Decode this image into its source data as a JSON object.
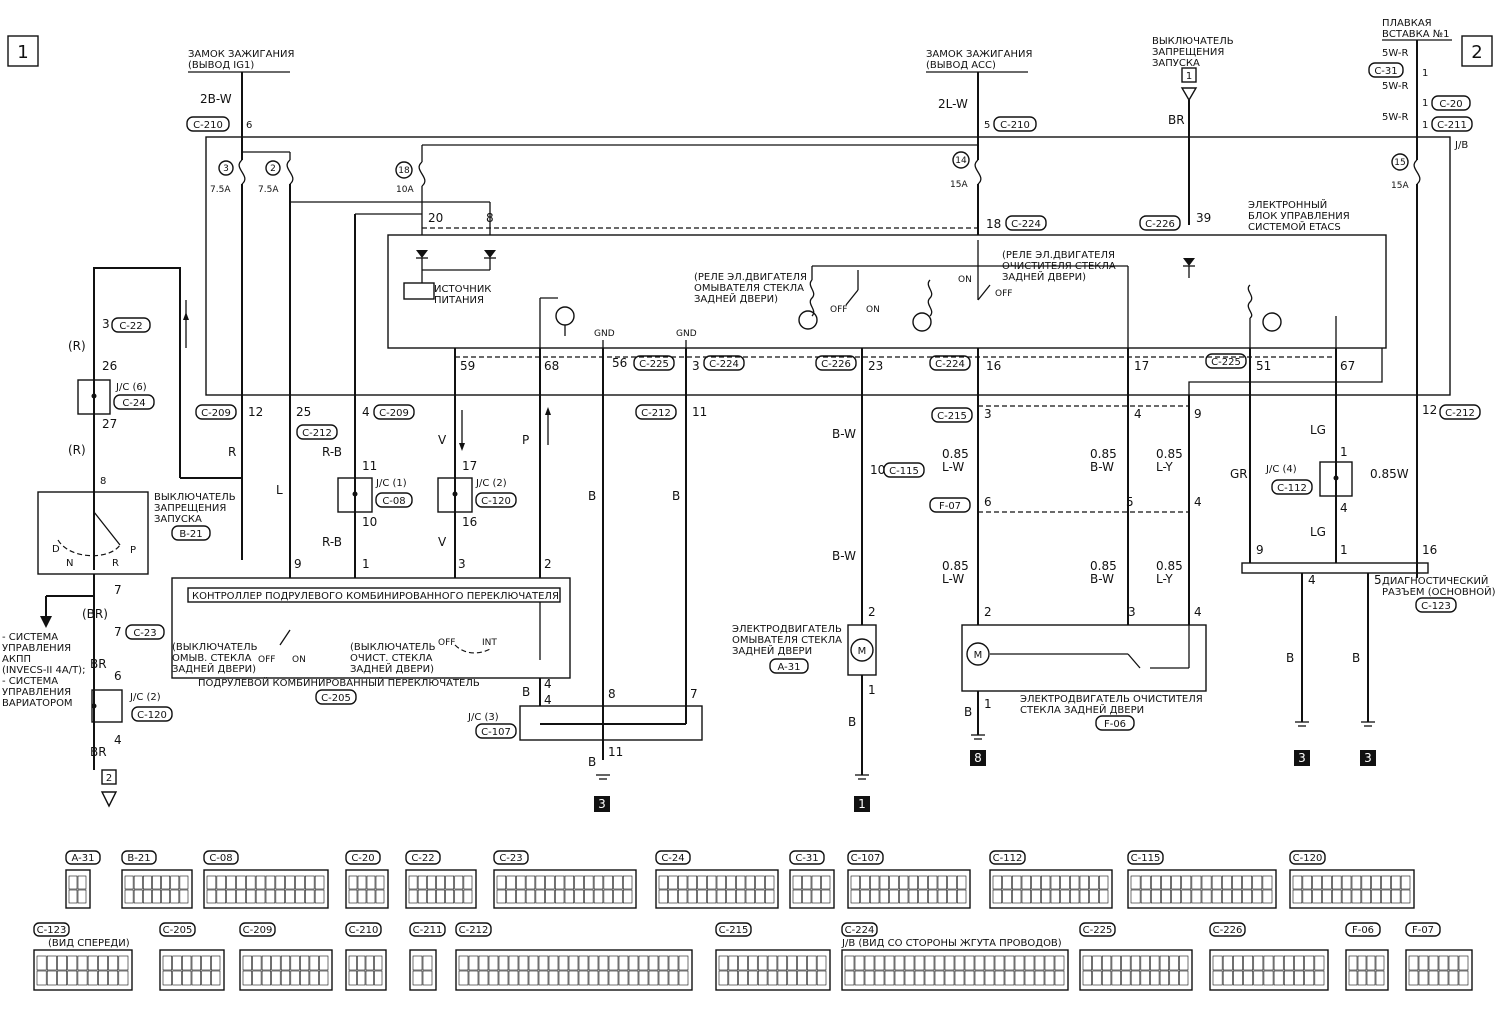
{
  "page_markers": {
    "left": "1",
    "right": "2"
  },
  "top_sources": {
    "ign_ig1": "ЗАМОК ЗАЖИГАНИЯ\n(ВЫВОД IG1)",
    "ign_acc": "ЗАМОК ЗАЖИГАНИЯ\n(ВЫВОД ACC)",
    "start_inhibit_top": "ВЫКЛЮЧАТЕЛЬ\nЗАПРЕЩЕНИЯ\nЗАПУСКА",
    "fusible_link": "ПЛАВКАЯ\nВСТАВКА №1",
    "start_inhibit_num": "1",
    "br": "BR"
  },
  "wires_top": {
    "w2bw": "2B-W",
    "w2lw": "2L-W",
    "w5wr_a": "5W-R",
    "w5wr_b": "5W-R",
    "w5wr_c": "5W-R"
  },
  "connectors_top": {
    "c210a": "C-210",
    "c210a_pin": "6",
    "c210b": "C-210",
    "c210b_pin": "5",
    "c31": "C-31",
    "c31_pin": "1",
    "c20": "C-20",
    "c20_pin": "1",
    "c211": "C-211",
    "c211_pin": "1",
    "jb": "J/B"
  },
  "fuses": [
    {
      "num": "3",
      "rating": "7.5A"
    },
    {
      "num": "2",
      "rating": "7.5A"
    },
    {
      "num": "18",
      "rating": "10A"
    },
    {
      "num": "14",
      "rating": "15A"
    },
    {
      "num": "15",
      "rating": "15A"
    }
  ],
  "etacs": {
    "title": "ЭЛЕКТРОННЫЙ\nБЛОК УПРАВЛЕНИЯ\nСИСТЕМОЙ ETACS",
    "power_source": "ИСТОЧНИК\nПИТАНИЯ",
    "relay_washer": "(РЕЛЕ ЭЛ.ДВИГАТЕЛЯ\nОМЫВАТЕЛЯ СТЕКЛА\nЗАДНЕЙ ДВЕРИ)",
    "relay_wiper": "(РЕЛЕ ЭЛ.ДВИГАТЕЛЯ\nОЧИСТИТЕЛЯ СТЕКЛА\nЗАДНЕЙ ДВЕРИ)",
    "off": "OFF",
    "on": "ON",
    "gnd": "GND",
    "pin20": "20",
    "pin8": "8",
    "pin18": "18",
    "c224_top": "C-224",
    "c226_top": "C-226",
    "pin39": "39"
  },
  "etacs_pins": {
    "p59": "59",
    "p68": "68",
    "p56": "56",
    "c225_a": "C-225",
    "p3": "3",
    "c224_a": "C-224",
    "c226_b": "C-226",
    "p23": "23",
    "c224_b": "C-224",
    "p16": "16",
    "p17": "17",
    "c225_b": "C-225",
    "p51": "51",
    "p67": "67"
  },
  "left": {
    "c22": "C-22",
    "c22_pin": "3",
    "r1": "(R)",
    "p26": "26",
    "jc6": "J/C (6)",
    "c24": "C-24",
    "p27": "27",
    "r2": "(R)",
    "p8": "8",
    "switch_title": "ВЫКЛЮЧАТЕЛЬ\nЗАПРЕЩЕНИЯ\nЗАПУСКА",
    "b21": "B-21",
    "pos_d": "D",
    "pos_n": "N",
    "pos_r": "R",
    "pos_p": "P",
    "p7": "7",
    "br1": "(BR)",
    "c23": "C-23",
    "c23_pin": "7",
    "systems": "- СИСТЕМА\nУПРАВЛЕНИЯ\nАКПП\n(INVECS-II 4A/T);\n- СИСТЕМА\nУПРАВЛЕНИЯ\nВАРИАТОРОМ",
    "br2": "BR",
    "p6": "6",
    "jc2": "J/C (2)",
    "c120": "C-120",
    "p4": "4",
    "br3": "BR",
    "ref2": "2"
  },
  "mid": {
    "c209a": "C-209",
    "p12": "12",
    "r": "R",
    "p25": "25",
    "c212a": "C-212",
    "l": "L",
    "p4": "4",
    "c209b": "C-209",
    "rb1": "R-B",
    "p11": "11",
    "jc1": "J/C (1)",
    "c08": "C-08",
    "p10": "10",
    "rb2": "R-B",
    "p1": "1",
    "v1": "V",
    "p17": "17",
    "jc2": "J/C (2)",
    "c120": "C-120",
    "p16": "16",
    "v2": "V",
    "p3": "3",
    "p": "P",
    "p2": "2",
    "p9": "9",
    "b1": "B",
    "b2": "B",
    "c212b": "C-212",
    "p11b": "11"
  },
  "column_switch": {
    "controller": "КОНТРОЛЛЕР ПОДРУЛЕВОГО КОМБИНИРОВАННОГО ПЕРЕКЛЮЧАТЕЛЯ",
    "washer_sw": "(ВЫКЛЮЧАТЕЛЬ\nОМЫВ. СТЕКЛА\nЗАДНЕЙ ДВЕРИ)",
    "wiper_sw": "(ВЫКЛЮЧАТЕЛЬ\nОЧИСТ. СТЕКЛА\nЗАДНЕЙ ДВЕРИ)",
    "off": "OFF",
    "on": "ON",
    "int": "INT",
    "title": "ПОДРУЛЕВОЙ КОМБИНИРОВАННЫЙ ПЕРЕКЛЮЧАТЕЛЬ",
    "c205": "C-205",
    "b": "B",
    "p4a": "4",
    "p4b": "4",
    "p8": "8",
    "p7": "7"
  },
  "jc3": {
    "label": "J/C (3)",
    "conn": "C-107",
    "p11": "11",
    "b": "B",
    "ground": "3"
  },
  "washer_motor": {
    "bw1": "B-W",
    "p10": "10",
    "c115": "C-115",
    "bw2": "B-W",
    "p2": "2",
    "title": "ЭЛЕКТРОДВИГАТЕЛЬ\nОМЫВАТЕЛЯ СТЕКЛА\nЗАДНЕЙ ДВЕРИ",
    "a31": "A-31",
    "p1": "1",
    "b": "B",
    "ground": "1"
  },
  "wiper_motor": {
    "c215": "C-215",
    "p3": "3",
    "p4": "4",
    "p9": "9",
    "w1": "0.85\nL-W",
    "w2": "0.85\nB-W",
    "w3": "0.85\nL-Y",
    "f07": "F-07",
    "p6": "6",
    "p5": "5",
    "p4b": "4",
    "w4": "0.85\nL-W",
    "w5": "0.85\nB-W",
    "w6": "0.85\nL-Y",
    "p2": "2",
    "p3b": "3",
    "p4c": "4",
    "title": "ЭЛЕКТРОДВИГАТЕЛЬ ОЧИСТИТЕЛЯ\nСТЕКЛА ЗАДНЕЙ ДВЕРИ",
    "f06": "F-06",
    "p1": "1",
    "b": "B",
    "ground": "8"
  },
  "diag": {
    "p12": "12",
    "c212": "C-212",
    "lg1": "LG",
    "p1": "1",
    "gr": "GR",
    "jc4": "J/C (4)",
    "c112": "C-112",
    "p4": "4",
    "lg2": "LG",
    "w085": "0.85W",
    "p9": "9",
    "p1b": "1",
    "p16": "16",
    "title": "ДИАГНОСТИЧЕСКИЙ\nРАЗЪЕМ (ОСНОВНОЙ)",
    "c123": "C-123",
    "p4b": "4",
    "p5": "5",
    "b1": "B",
    "b2": "B",
    "g1": "3",
    "g2": "3"
  },
  "connector_views_row1": [
    "A-31",
    "B-21",
    "C-08",
    "C-20",
    "C-22",
    "C-23",
    "C-24",
    "C-31",
    "C-107",
    "C-112",
    "C-115",
    "C-120"
  ],
  "connector_views_row2": [
    "C-123",
    "C-205",
    "C-209",
    "C-210",
    "C-211",
    "C-212",
    "C-215",
    "C-224",
    "C-225",
    "C-226",
    "F-06",
    "F-07"
  ],
  "connector_notes": {
    "front_view": "(ВИД СПЕРЕДИ)",
    "jb_view": "J/B (ВИД СО СТОРОНЫ ЖГУТА ПРОВОДОВ)"
  }
}
